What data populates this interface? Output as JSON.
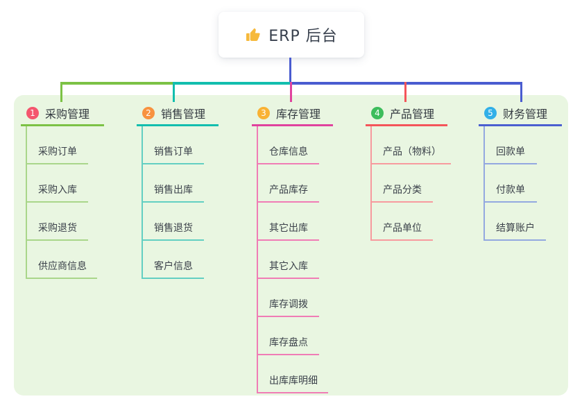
{
  "root": {
    "label": "ERP 后台",
    "icon": "thumbs-up-icon",
    "icon_color": "#f6b93b",
    "connector_color": "#4a5cd0"
  },
  "panel": {
    "background": "#e9f6e1"
  },
  "branches": [
    {
      "num": "1",
      "title": "采购管理",
      "badge_color": "#f4566e",
      "line_color": "#7cc245",
      "child_line_color": "#a9d68a",
      "children": [
        "采购订单",
        "采购入库",
        "采购退货",
        "供应商信息"
      ]
    },
    {
      "num": "2",
      "title": "销售管理",
      "badge_color": "#f8923f",
      "line_color": "#12beae",
      "child_line_color": "#63cfc2",
      "children": [
        "销售订单",
        "销售出库",
        "销售退货",
        "客户信息"
      ]
    },
    {
      "num": "3",
      "title": "库存管理",
      "badge_color": "#f9b234",
      "line_color": "#e0439e",
      "child_line_color": "#f07cb5",
      "children": [
        "仓库信息",
        "产品库存",
        "其它出库",
        "其它入库",
        "库存调拨",
        "库存盘点",
        "出库库明细"
      ]
    },
    {
      "num": "4",
      "title": "产品管理",
      "badge_color": "#3dbd5c",
      "line_color": "#f4555a",
      "child_line_color": "#f79a9e",
      "children": [
        "产品（物料）",
        "产品分类",
        "产品单位"
      ]
    },
    {
      "num": "5",
      "title": "财务管理",
      "badge_color": "#32b0e8",
      "line_color": "#4a5fd0",
      "child_line_color": "#93a8e0",
      "children": [
        "回款单",
        "付款单",
        "结算账户"
      ]
    }
  ]
}
